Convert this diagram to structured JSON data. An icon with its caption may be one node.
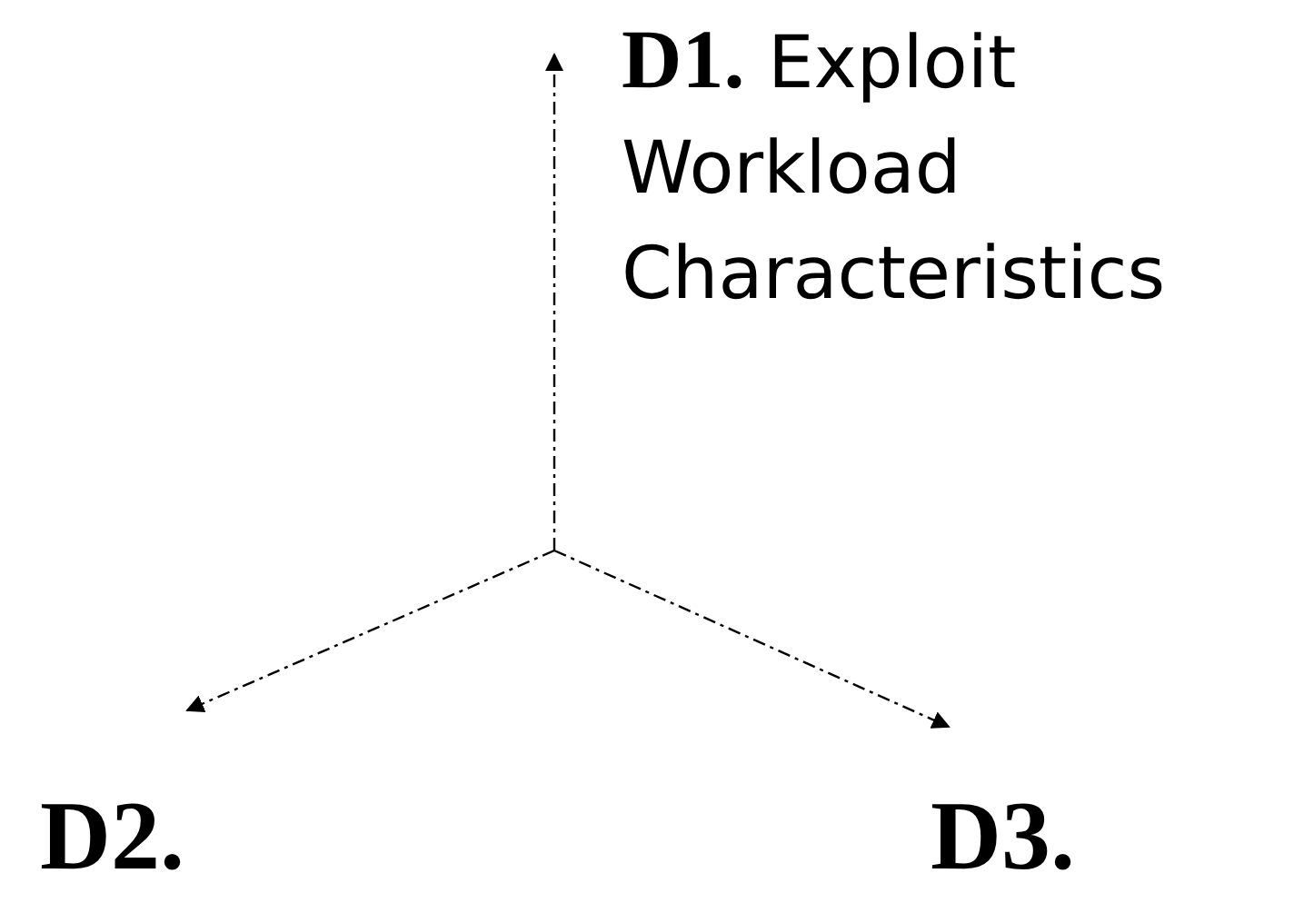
{
  "diagram": {
    "nodes": [
      {
        "text": [
          "**D1.** Exploit Workload Characteristics"
        ]
      },
      {
        "text": [
          "D2."
        ]
      },
      {
        "text": [
          "D3."
        ]
      }
    ],
    "edges": [
      {
        "from": null,
        "to": 0,
        "arrow": "to",
        "style": "dashed"
      },
      {
        "from": null,
        "to": 1,
        "arrow": "to",
        "style": "dashed"
      },
      {
        "from": null,
        "to": 2,
        "arrow": "to",
        "style": "dashed"
      }
    ]
  }
}
